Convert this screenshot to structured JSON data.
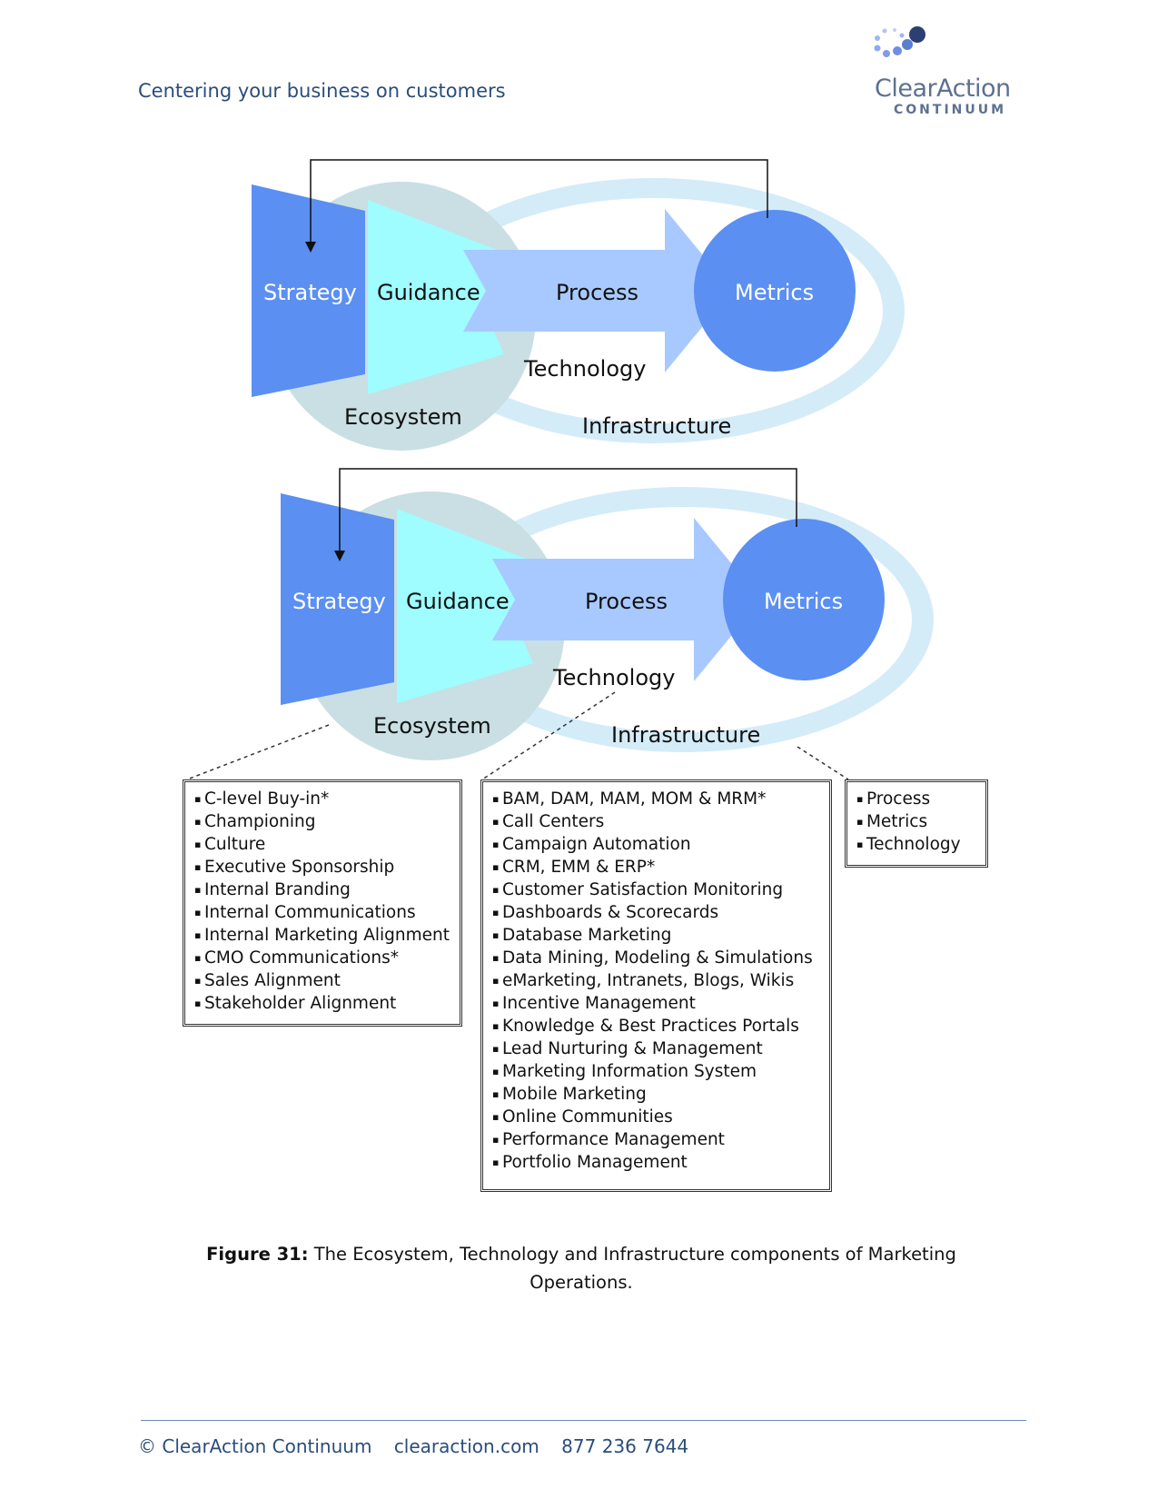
{
  "header": {
    "tagline": "Centering your business on customers",
    "logo": {
      "name": "ClearAction",
      "subtitle": "CONTINUUM"
    }
  },
  "diagram": {
    "stage_labels": {
      "strategy": "Strategy",
      "guidance": "Guidance",
      "process": "Process",
      "metrics": "Metrics",
      "technology": "Technology",
      "ecosystem": "Ecosystem",
      "infrastructure": "Infrastructure"
    },
    "colors": {
      "strategy": "#5b8ff2",
      "guidance": "#9ffcff",
      "process": "#a8c9ff",
      "metrics": "#5b8ff2",
      "ecosystem": "#c9dfe3",
      "infrastructure": "#d4ecf8"
    }
  },
  "boxes": {
    "ecosystem_items": [
      "C-level Buy-in*",
      "Championing",
      "Culture",
      "Executive Sponsorship",
      "Internal Branding",
      "Internal Communications",
      "Internal Marketing Alignment",
      "CMO Communications*",
      "Sales Alignment",
      "Stakeholder Alignment"
    ],
    "technology_items": [
      "BAM, DAM, MAM, MOM & MRM*",
      "Call Centers",
      "Campaign Automation",
      "CRM, EMM & ERP*",
      "Customer Satisfaction Monitoring",
      "Dashboards & Scorecards",
      "Database Marketing",
      "Data Mining, Modeling & Simulations",
      "eMarketing, Intranets, Blogs, Wikis",
      "Incentive Management",
      "Knowledge & Best Practices Portals",
      "Lead Nurturing & Management",
      "Marketing Information System",
      "Mobile Marketing",
      "Online Communities",
      "Performance Management",
      "Portfolio Management"
    ],
    "infrastructure_items": [
      "Process",
      "Metrics",
      "Technology"
    ]
  },
  "caption": {
    "label": "Figure 31:",
    "text": " The Ecosystem, Technology and Infrastructure components of Marketing Operations."
  },
  "footer": {
    "copyright": "© ClearAction Continuum",
    "website": "clearaction.com",
    "phone": "877 236 7644"
  }
}
